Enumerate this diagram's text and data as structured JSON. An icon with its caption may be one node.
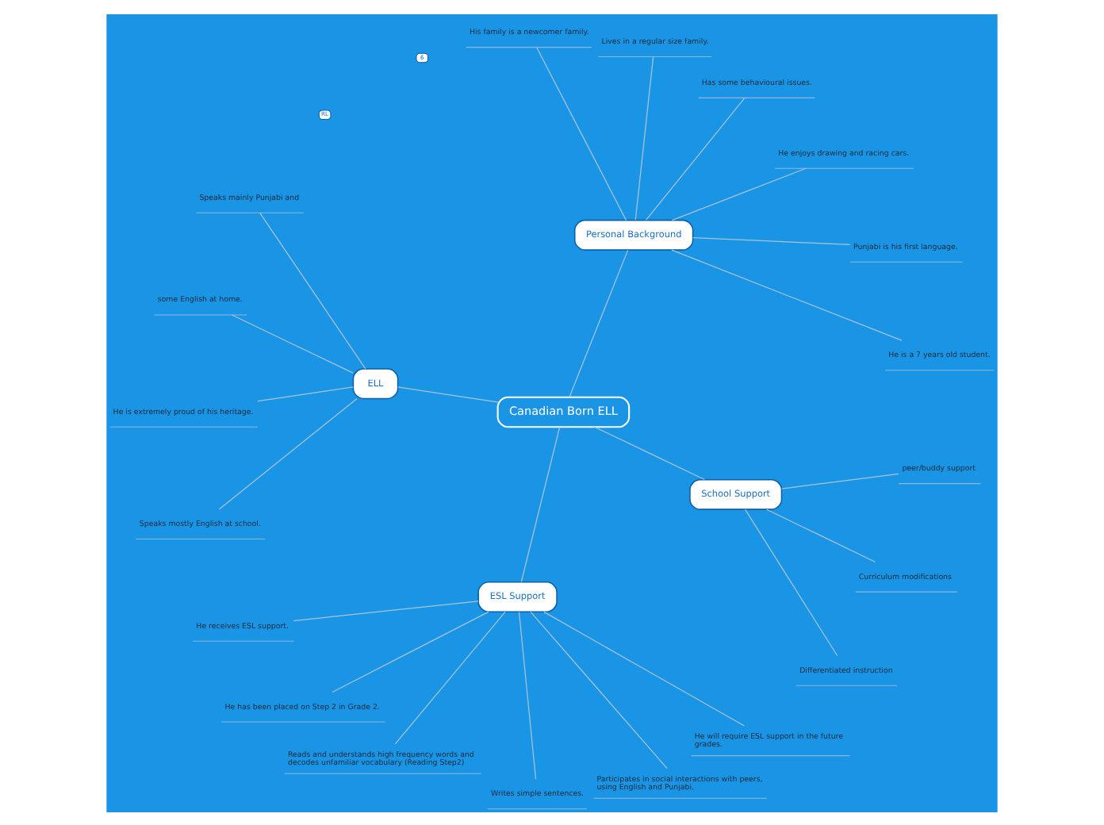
{
  "diagram": {
    "nodes": [
      {
        "text": [
          "Canadian Born ELL"
        ]
      },
      {
        "text": [
          "Personal Background"
        ]
      },
      {
        "text": [
          "He is a 7 years old student."
        ]
      },
      {
        "text": [
          "Punjabi is his first language."
        ]
      },
      {
        "text": [
          "He enjoys drawing and racing cars."
        ]
      },
      {
        "text": [
          "Has some behavioural issues."
        ]
      },
      {
        "text": [
          "Lives in a regular size family."
        ]
      },
      {
        "text": [
          "His family is a newcomer family."
        ]
      },
      {
        "text": [
          "ELL"
        ]
      },
      {
        "text": [
          "Speaks mainly Punjabi and"
        ]
      },
      {
        "text": [
          "some English at home."
        ]
      },
      {
        "text": [
          "He is extremely proud of his heritage."
        ]
      },
      {
        "text": [
          "Speaks mostly English at school."
        ]
      },
      {
        "text": [
          "ESL Support"
        ]
      },
      {
        "text": [
          "He receives ESL support."
        ]
      },
      {
        "text": [
          "He has been placed on Step 2 in Grade 2."
        ]
      },
      {
        "text": [
          "Reads and understands high frequency words and decodes unfamiliar vocabulary (Reading Step2)"
        ]
      },
      {
        "text": [
          "Writes simple sentences."
        ]
      },
      {
        "text": [
          "Participates in social interactions with peers, using English and Punjabi."
        ]
      },
      {
        "text": [
          "He will require ESL support in the future grades."
        ]
      },
      {
        "text": [
          "School Support"
        ]
      },
      {
        "text": [
          "Differentiated instruction"
        ]
      },
      {
        "text": [
          "Curriculum modifications"
        ]
      },
      {
        "text": [
          "peer/buddy support"
        ]
      }
    ],
    "edges": [
      {
        "from": 0,
        "to": 1,
        "arrow": "none"
      },
      {
        "from": 1,
        "to": 2,
        "arrow": "none"
      },
      {
        "from": 1,
        "to": 3,
        "arrow": "none"
      },
      {
        "from": 1,
        "to": 4,
        "arrow": "none"
      },
      {
        "from": 1,
        "to": 5,
        "arrow": "none"
      },
      {
        "from": 1,
        "to": 6,
        "arrow": "none"
      },
      {
        "from": 1,
        "to": 7,
        "arrow": "none"
      },
      {
        "from": 0,
        "to": 8,
        "arrow": "none"
      },
      {
        "from": 8,
        "to": 9,
        "arrow": "none"
      },
      {
        "from": 8,
        "to": 10,
        "arrow": "none"
      },
      {
        "from": 8,
        "to": 11,
        "arrow": "none"
      },
      {
        "from": 8,
        "to": 12,
        "arrow": "none"
      },
      {
        "from": 0,
        "to": 13,
        "arrow": "none"
      },
      {
        "from": 13,
        "to": 14,
        "arrow": "none"
      },
      {
        "from": 13,
        "to": 15,
        "arrow": "none"
      },
      {
        "from": 13,
        "to": 16,
        "arrow": "none"
      },
      {
        "from": 13,
        "to": 17,
        "arrow": "none"
      },
      {
        "from": 13,
        "to": 18,
        "arrow": "none"
      },
      {
        "from": 13,
        "to": 19,
        "arrow": "none"
      },
      {
        "from": 0,
        "to": 20,
        "arrow": "none"
      },
      {
        "from": 20,
        "to": 21,
        "arrow": "none"
      },
      {
        "from": 20,
        "to": 22,
        "arrow": "none"
      },
      {
        "from": 20,
        "to": 23,
        "arrow": "none"
      }
    ],
    "labels": [
      "6",
      "RL"
    ]
  }
}
